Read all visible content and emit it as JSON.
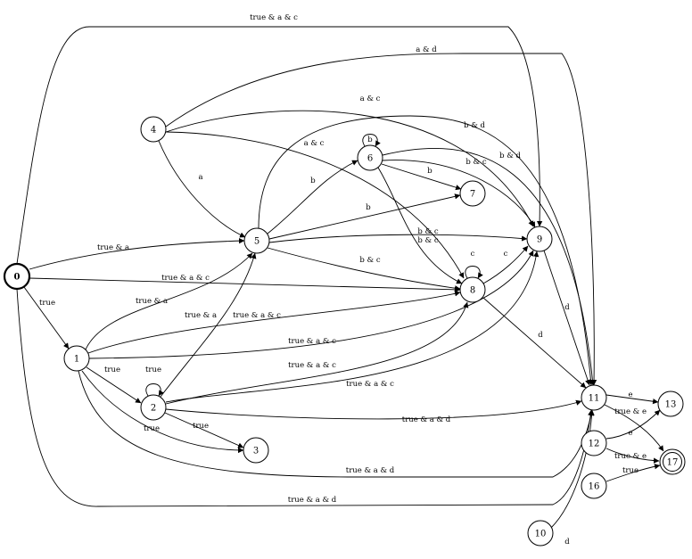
{
  "nodes": [
    {
      "id": "0",
      "label": "0",
      "kind": "initial"
    },
    {
      "id": "1",
      "label": "1"
    },
    {
      "id": "2",
      "label": "2"
    },
    {
      "id": "3",
      "label": "3"
    },
    {
      "id": "4",
      "label": "4"
    },
    {
      "id": "5",
      "label": "5"
    },
    {
      "id": "6",
      "label": "6"
    },
    {
      "id": "7",
      "label": "7"
    },
    {
      "id": "8",
      "label": "8"
    },
    {
      "id": "9",
      "label": "9"
    },
    {
      "id": "10",
      "label": "10"
    },
    {
      "id": "11",
      "label": "11"
    },
    {
      "id": "12",
      "label": "12"
    },
    {
      "id": "13",
      "label": "13"
    },
    {
      "id": "16",
      "label": "16"
    },
    {
      "id": "17",
      "label": "17",
      "kind": "accepting"
    }
  ],
  "edges": [
    {
      "from": "0",
      "to": "9",
      "label": "true & a & c"
    },
    {
      "from": "0",
      "to": "5",
      "label": "true & a"
    },
    {
      "from": "0",
      "to": "8",
      "label": "true & a & c"
    },
    {
      "from": "0",
      "to": "1",
      "label": "true"
    },
    {
      "from": "0",
      "to": "11",
      "label": "true & a & d"
    },
    {
      "from": "4",
      "to": "11",
      "label": "a & d"
    },
    {
      "from": "4",
      "to": "9",
      "label": "a & c"
    },
    {
      "from": "4",
      "to": "8",
      "label": "a & c"
    },
    {
      "from": "4",
      "to": "5",
      "label": "a"
    },
    {
      "from": "5",
      "to": "11",
      "label": "b & d"
    },
    {
      "from": "5",
      "to": "6",
      "label": "b"
    },
    {
      "from": "5",
      "to": "7",
      "label": "b"
    },
    {
      "from": "5",
      "to": "9",
      "label": "b & c"
    },
    {
      "from": "5",
      "to": "8",
      "label": "b & c"
    },
    {
      "from": "6",
      "to": "6",
      "label": "b"
    },
    {
      "from": "6",
      "to": "7",
      "label": "b"
    },
    {
      "from": "6",
      "to": "9",
      "label": "b & c"
    },
    {
      "from": "6",
      "to": "11",
      "label": "b & d"
    },
    {
      "from": "6",
      "to": "8",
      "label": "b & c"
    },
    {
      "from": "8",
      "to": "8",
      "label": "c"
    },
    {
      "from": "8",
      "to": "9",
      "label": "c"
    },
    {
      "from": "8",
      "to": "11",
      "label": "d"
    },
    {
      "from": "9",
      "to": "11",
      "label": "d"
    },
    {
      "from": "1",
      "to": "5",
      "label": "true & a"
    },
    {
      "from": "1",
      "to": "8",
      "label": "true & a"
    },
    {
      "from": "1",
      "to": "9",
      "label": "true & a & c"
    },
    {
      "from": "1",
      "to": "2",
      "label": "true"
    },
    {
      "from": "1",
      "to": "3",
      "label": "true"
    },
    {
      "from": "1",
      "to": "11",
      "label": "true & a & d"
    },
    {
      "from": "2",
      "to": "2",
      "label": "true"
    },
    {
      "from": "2",
      "to": "5",
      "label": "true & a & c"
    },
    {
      "from": "2",
      "to": "8",
      "label": "true & a & c"
    },
    {
      "from": "2",
      "to": "9",
      "label": "true & a & c"
    },
    {
      "from": "2",
      "to": "3",
      "label": "true"
    },
    {
      "from": "2",
      "to": "11",
      "label": "true & a & d"
    },
    {
      "from": "10",
      "to": "11",
      "label": "d"
    },
    {
      "from": "11",
      "to": "13",
      "label": "e"
    },
    {
      "from": "11",
      "to": "17",
      "label": "true & e"
    },
    {
      "from": "12",
      "to": "13",
      "label": "e"
    },
    {
      "from": "12",
      "to": "17",
      "label": "true & e"
    },
    {
      "from": "16",
      "to": "17",
      "label": "true"
    }
  ]
}
